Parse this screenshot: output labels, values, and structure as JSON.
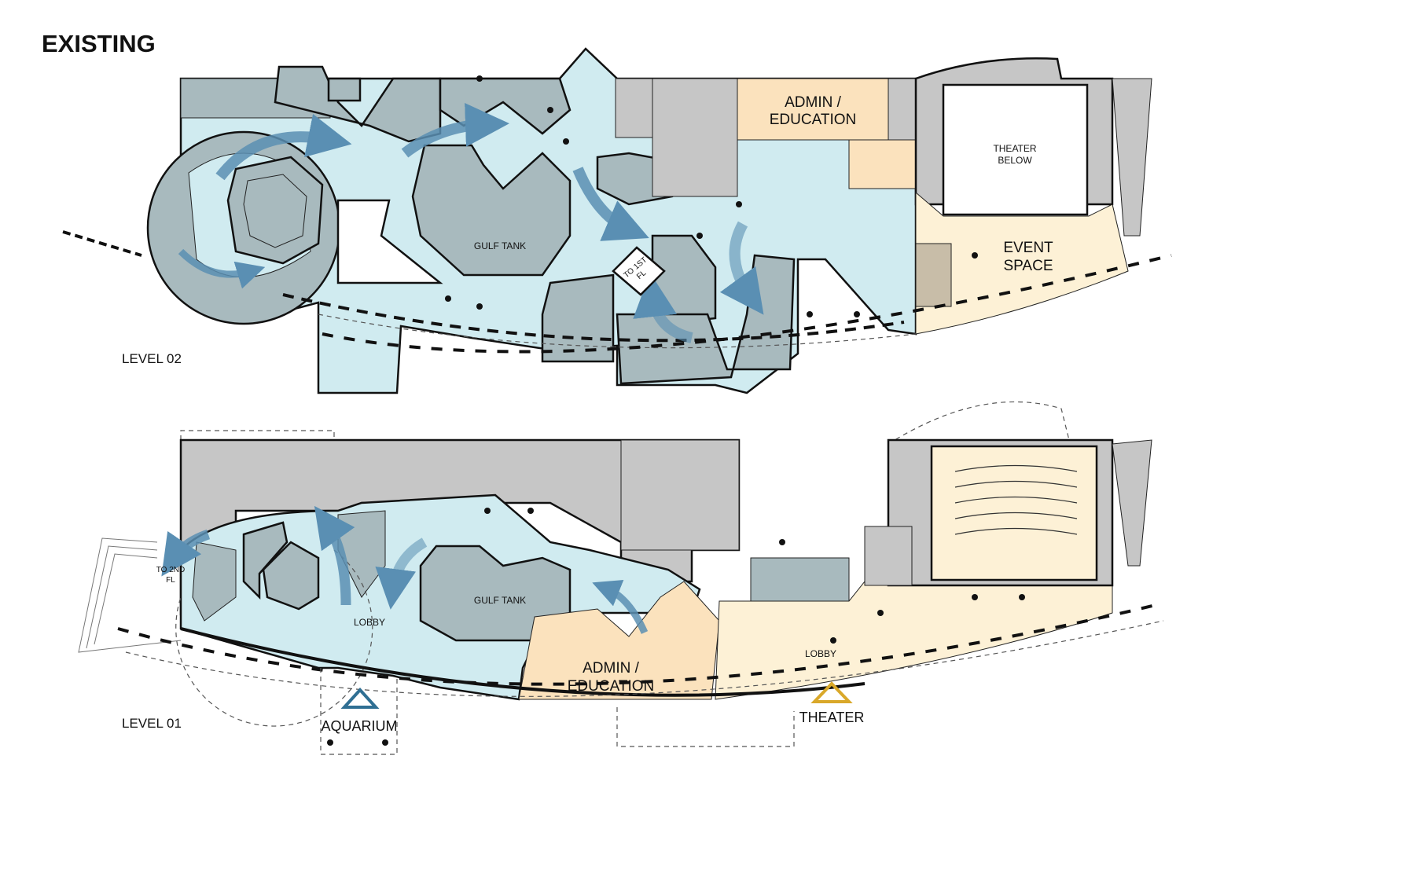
{
  "title": "EXISTING",
  "colors": {
    "circulation": "#d0ebf0",
    "aquarium_exhibit": "#a8babe",
    "back_of_house": "#c6c6c6",
    "admin_education": "#fbe2bd",
    "theater_event": "#fdf1d6",
    "flow_arrow": "#5a8fb3",
    "aquarium_entry": "#2f6f93",
    "theater_entry": "#d9a82a"
  },
  "level02": {
    "label": "LEVEL 02",
    "admin": [
      "ADMIN /",
      "EDUCATION"
    ],
    "theater_below": [
      "THEATER",
      "BELOW"
    ],
    "event_space": [
      "EVENT",
      "SPACE"
    ],
    "gulf_tank": "GULF TANK",
    "to_first_floor": [
      "TO 1ST",
      "FL"
    ]
  },
  "level01": {
    "label": "LEVEL 01",
    "admin": [
      "ADMIN /",
      "EDUCATION"
    ],
    "gulf_tank": "GULF TANK",
    "to_second_floor": [
      "TO 2ND",
      "FL"
    ],
    "lobby_aquarium": "LOBBY",
    "lobby_theater": "LOBBY",
    "aquarium_entry": "AQUARIUM",
    "theater_entry": "THEATER"
  }
}
